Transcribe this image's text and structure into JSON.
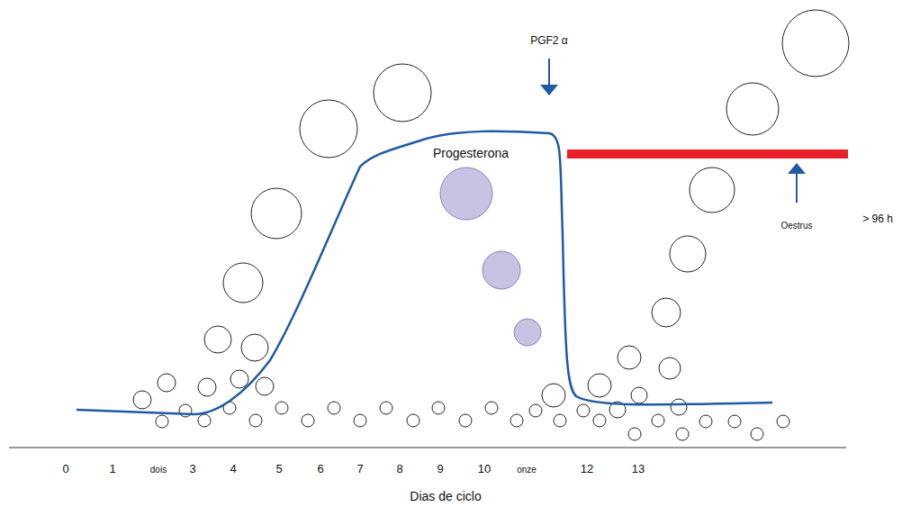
{
  "diagram": {
    "labels": [
      "PGF2 α",
      "Progesterona",
      "> 96 h",
      "Oestrus",
      "0",
      "1",
      "dois",
      "3",
      "4",
      "5",
      "6",
      "7",
      "8",
      "9",
      "10",
      "onze",
      "12",
      "13",
      "Dias de ciclo"
    ]
  }
}
